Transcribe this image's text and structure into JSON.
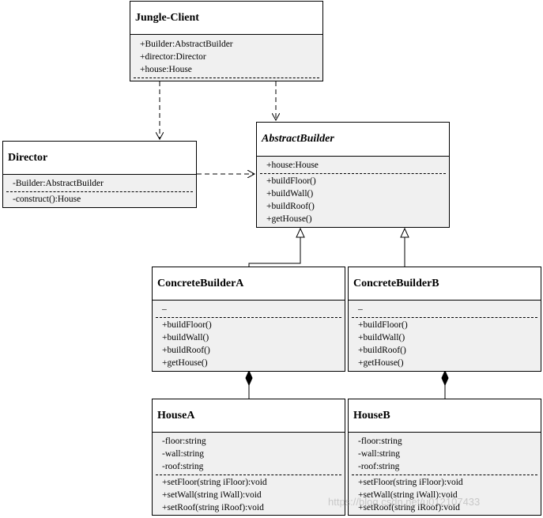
{
  "classes": {
    "jungle_client": {
      "name": "Jungle-Client",
      "attributes": [
        "+Builder:AbstractBuilder",
        "+director:Director",
        "+house:House"
      ],
      "operations": []
    },
    "director": {
      "name": "Director",
      "attributes": [
        "-Builder:AbstractBuilder"
      ],
      "operations": [
        "-construct():House"
      ]
    },
    "abstract_builder": {
      "name": "AbstractBuilder",
      "attributes": [
        "+house:House"
      ],
      "operations": [
        "+buildFloor()",
        "+buildWall()",
        "+buildRoof()",
        "+getHouse()"
      ]
    },
    "concrete_builder_a": {
      "name": "ConcreteBuilderA",
      "attributes": [
        "–"
      ],
      "operations": [
        "+buildFloor()",
        "+buildWall()",
        "+buildRoof()",
        "+getHouse()"
      ]
    },
    "concrete_builder_b": {
      "name": "ConcreteBuilderB",
      "attributes": [
        "–"
      ],
      "operations": [
        "+buildFloor()",
        "+buildWall()",
        "+buildRoof()",
        "+getHouse()"
      ]
    },
    "house_a": {
      "name": "HouseA",
      "attributes": [
        "-floor:string",
        "-wall:string",
        "-roof:string"
      ],
      "operations": [
        "+setFloor(string iFloor):void",
        "+setWall(string iWall):void",
        "+setRoof(string iRoof):void"
      ]
    },
    "house_b": {
      "name": "HouseB",
      "attributes": [
        "-floor:string",
        "-wall:string",
        "-roof:string"
      ],
      "operations": [
        "+setFloor(string iFloor):void",
        "+setWall(string iWall):void",
        "+setRoof(string iRoof):void"
      ]
    }
  },
  "relations": [
    {
      "type": "dependency",
      "from": "jungle_client",
      "to": "director"
    },
    {
      "type": "dependency",
      "from": "jungle_client",
      "to": "abstract_builder"
    },
    {
      "type": "dependency",
      "from": "director",
      "to": "abstract_builder"
    },
    {
      "type": "generalization",
      "from": "concrete_builder_a",
      "to": "abstract_builder"
    },
    {
      "type": "generalization",
      "from": "concrete_builder_b",
      "to": "abstract_builder"
    },
    {
      "type": "composition",
      "from": "concrete_builder_a",
      "to": "house_a"
    },
    {
      "type": "composition",
      "from": "concrete_builder_b",
      "to": "house_b"
    }
  ],
  "watermark": "https://blog.csdn.net/u012107433"
}
